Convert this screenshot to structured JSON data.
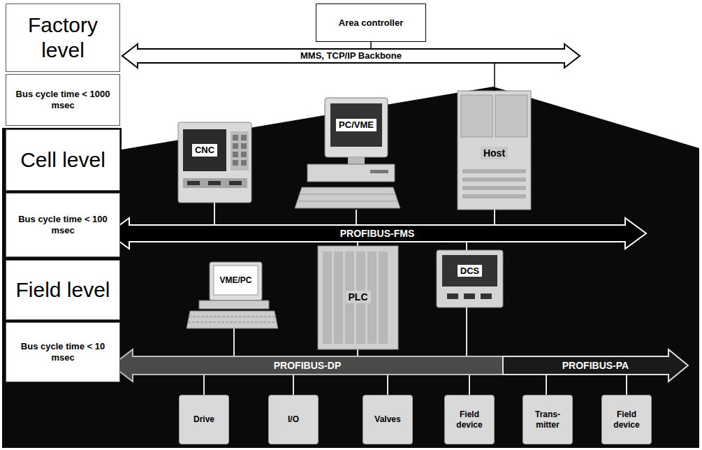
{
  "diagram": {
    "nodes": [
      {
        "text": [
          "Area controller"
        ]
      },
      {
        "text": [
          "Factory level"
        ]
      },
      {
        "text": [
          "MMS, TCP/IP Backbone"
        ]
      },
      {
        "text": [
          "Bus cycle time < 1000 msec"
        ]
      },
      {
        "text": [
          "CNC"
        ]
      },
      {
        "text": [
          "PC/VME"
        ]
      },
      {
        "text": [
          "Host"
        ]
      },
      {
        "text": [
          "Cell level"
        ]
      },
      {
        "text": [
          "PROFIBUS-FMS"
        ]
      },
      {
        "text": [
          "Bus cycle time < 100 msec"
        ]
      },
      {
        "text": [
          "VME/PC"
        ]
      },
      {
        "text": [
          "PLC"
        ]
      },
      {
        "text": [
          "DCS"
        ]
      },
      {
        "text": [
          "Field level"
        ]
      },
      {
        "text": [
          "PROFIBUS-DP"
        ]
      },
      {
        "text": [
          "PROFIBUS-PA"
        ]
      },
      {
        "text": [
          "Bus cycle time < 10 msec"
        ]
      },
      {
        "text": [
          "Drive"
        ]
      },
      {
        "text": [
          "I/O"
        ]
      },
      {
        "text": [
          "Valves"
        ]
      },
      {
        "text": [
          "Field device"
        ]
      },
      {
        "text": [
          "Trans- mitter"
        ]
      },
      {
        "text": [
          "Field device"
        ]
      }
    ],
    "edges": [
      {
        "from": 0,
        "to": 2,
        "arrow": "none"
      },
      {
        "from": 6,
        "to": 2,
        "arrow": "none"
      },
      {
        "from": 4,
        "to": 8,
        "arrow": "none"
      },
      {
        "from": 5,
        "to": 8,
        "arrow": "none"
      },
      {
        "from": 6,
        "to": 8,
        "arrow": "none"
      },
      {
        "from": 8,
        "to": 11,
        "arrow": "none"
      },
      {
        "from": 8,
        "to": 12,
        "arrow": "none"
      },
      {
        "from": 10,
        "to": 14,
        "arrow": "none"
      },
      {
        "from": 11,
        "to": 14,
        "arrow": "none"
      },
      {
        "from": 12,
        "to": 14,
        "arrow": "none"
      },
      {
        "from": 14,
        "to": 17,
        "arrow": "none"
      },
      {
        "from": 14,
        "to": 18,
        "arrow": "none"
      },
      {
        "from": 14,
        "to": 19,
        "arrow": "none"
      },
      {
        "from": 14,
        "to": 20,
        "arrow": "none"
      },
      {
        "from": 15,
        "to": 21,
        "arrow": "none"
      },
      {
        "from": 15,
        "to": 22,
        "arrow": "none"
      }
    ]
  }
}
